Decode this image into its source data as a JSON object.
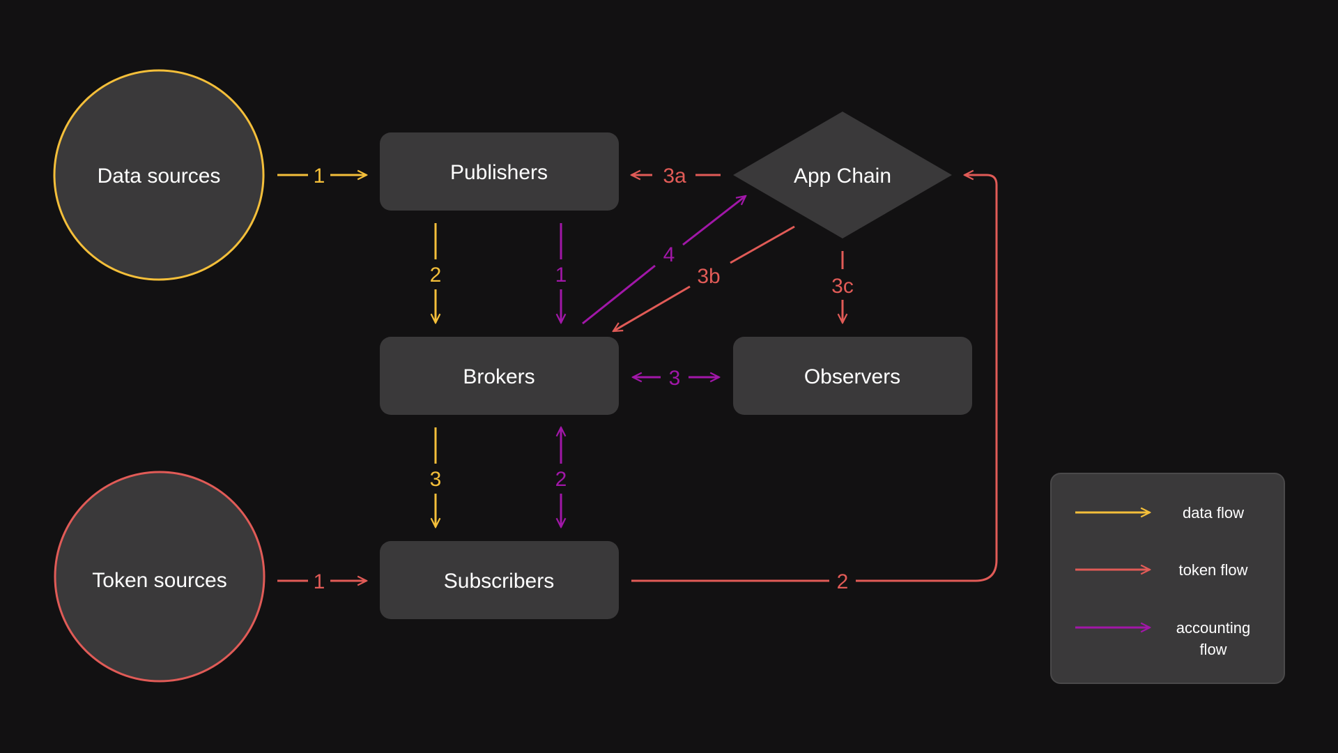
{
  "colors": {
    "background": "#121112",
    "node_fill": "#3a393a",
    "text": "#ffffff",
    "data_flow": "#f4bf3a",
    "token_flow": "#e15b57",
    "accounting_flow": "#a117a8",
    "legend_border": "#4a494a"
  },
  "nodes": {
    "data_sources": "Data sources",
    "token_sources": "Token sources",
    "publishers": "Publishers",
    "brokers": "Brokers",
    "subscribers": "Subscribers",
    "app_chain": "App Chain",
    "observers": "Observers"
  },
  "edges": {
    "data_sources_to_publishers": "1",
    "token_sources_to_subscribers": "1",
    "publishers_to_brokers_data": "2",
    "publishers_to_brokers_accounting": "1",
    "app_chain_to_publishers": "3a",
    "brokers_to_app_chain": "4",
    "app_chain_to_brokers": "3b",
    "app_chain_to_observers": "3c",
    "brokers_observers": "3",
    "brokers_to_subscribers_data": "3",
    "subscribers_brokers_accounting": "2",
    "subscribers_to_app_chain": "2"
  },
  "legend": {
    "items": [
      {
        "label": "data flow",
        "color": "#f4bf3a"
      },
      {
        "label": "token flow",
        "color": "#e15b57"
      },
      {
        "label": "accounting",
        "label_line2": "flow",
        "color": "#a117a8"
      }
    ]
  }
}
